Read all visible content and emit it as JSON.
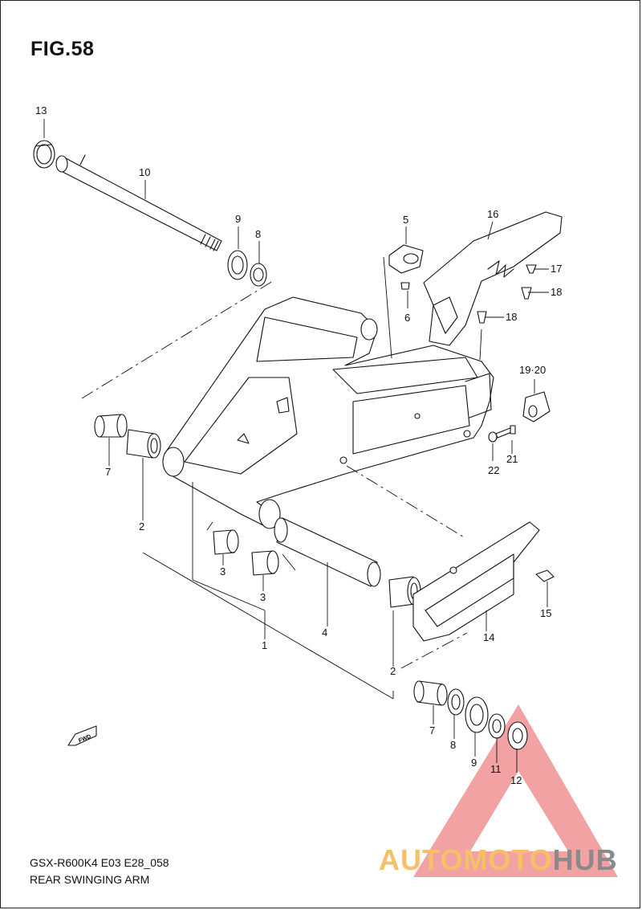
{
  "figure": {
    "title": "FIG.58",
    "model_code": "GSX-R600K4 E03 E28_058",
    "name": "REAR SWINGING ARM"
  },
  "direction_marker": "FWD",
  "callouts": [
    {
      "id": "c13",
      "label": "13"
    },
    {
      "id": "c10",
      "label": "10"
    },
    {
      "id": "c9a",
      "label": "9"
    },
    {
      "id": "c8a",
      "label": "8"
    },
    {
      "id": "c5",
      "label": "5"
    },
    {
      "id": "c6",
      "label": "6"
    },
    {
      "id": "c16",
      "label": "16"
    },
    {
      "id": "c17",
      "label": "17"
    },
    {
      "id": "c18a",
      "label": "18"
    },
    {
      "id": "c18b",
      "label": "18"
    },
    {
      "id": "c1920",
      "label": "19·20"
    },
    {
      "id": "c21",
      "label": "21"
    },
    {
      "id": "c22",
      "label": "22"
    },
    {
      "id": "c7a",
      "label": "7"
    },
    {
      "id": "c2a",
      "label": "2"
    },
    {
      "id": "c3a",
      "label": "3"
    },
    {
      "id": "c3b",
      "label": "3"
    },
    {
      "id": "c1",
      "label": "1"
    },
    {
      "id": "c4",
      "label": "4"
    },
    {
      "id": "c15",
      "label": "15"
    },
    {
      "id": "c14",
      "label": "14"
    },
    {
      "id": "c2b",
      "label": "2"
    },
    {
      "id": "c7b",
      "label": "7"
    },
    {
      "id": "c8b",
      "label": "8"
    },
    {
      "id": "c9b",
      "label": "9"
    },
    {
      "id": "c11",
      "label": "11"
    },
    {
      "id": "c12",
      "label": "12"
    }
  ],
  "watermark": {
    "part_a": "AUTOMOTO",
    "part_b": "HUB",
    "color_a": "#f6bf6a",
    "color_b": "#8a8a8a",
    "triangle_color": "#e85555"
  }
}
